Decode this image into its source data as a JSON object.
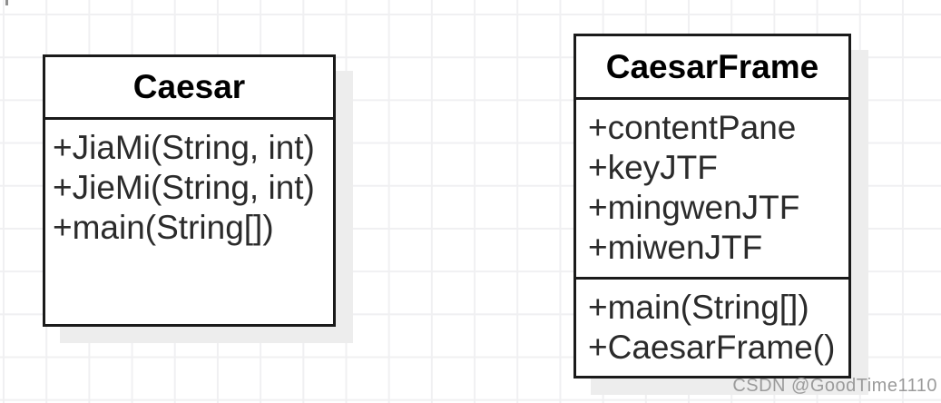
{
  "canvas": {
    "background": "#ffffff",
    "grid_color": "#f0f0f2",
    "shadow_color": "#ededed",
    "border_color": "#1a1a1a"
  },
  "diagram": {
    "classes": [
      {
        "name": "Caesar",
        "methods": [
          "+JiaMi(String, int)",
          "+JieMi(String, int)",
          "+main(String[])"
        ]
      },
      {
        "name": "CaesarFrame",
        "attributes": [
          "+contentPane",
          "+keyJTF",
          "+mingwenJTF",
          "+miwenJTF"
        ],
        "methods": [
          "+main(String[])",
          "+CaesarFrame()"
        ]
      }
    ]
  },
  "watermark": {
    "text": "CSDN @GoodTime1110",
    "color": "#9b9b9b"
  }
}
